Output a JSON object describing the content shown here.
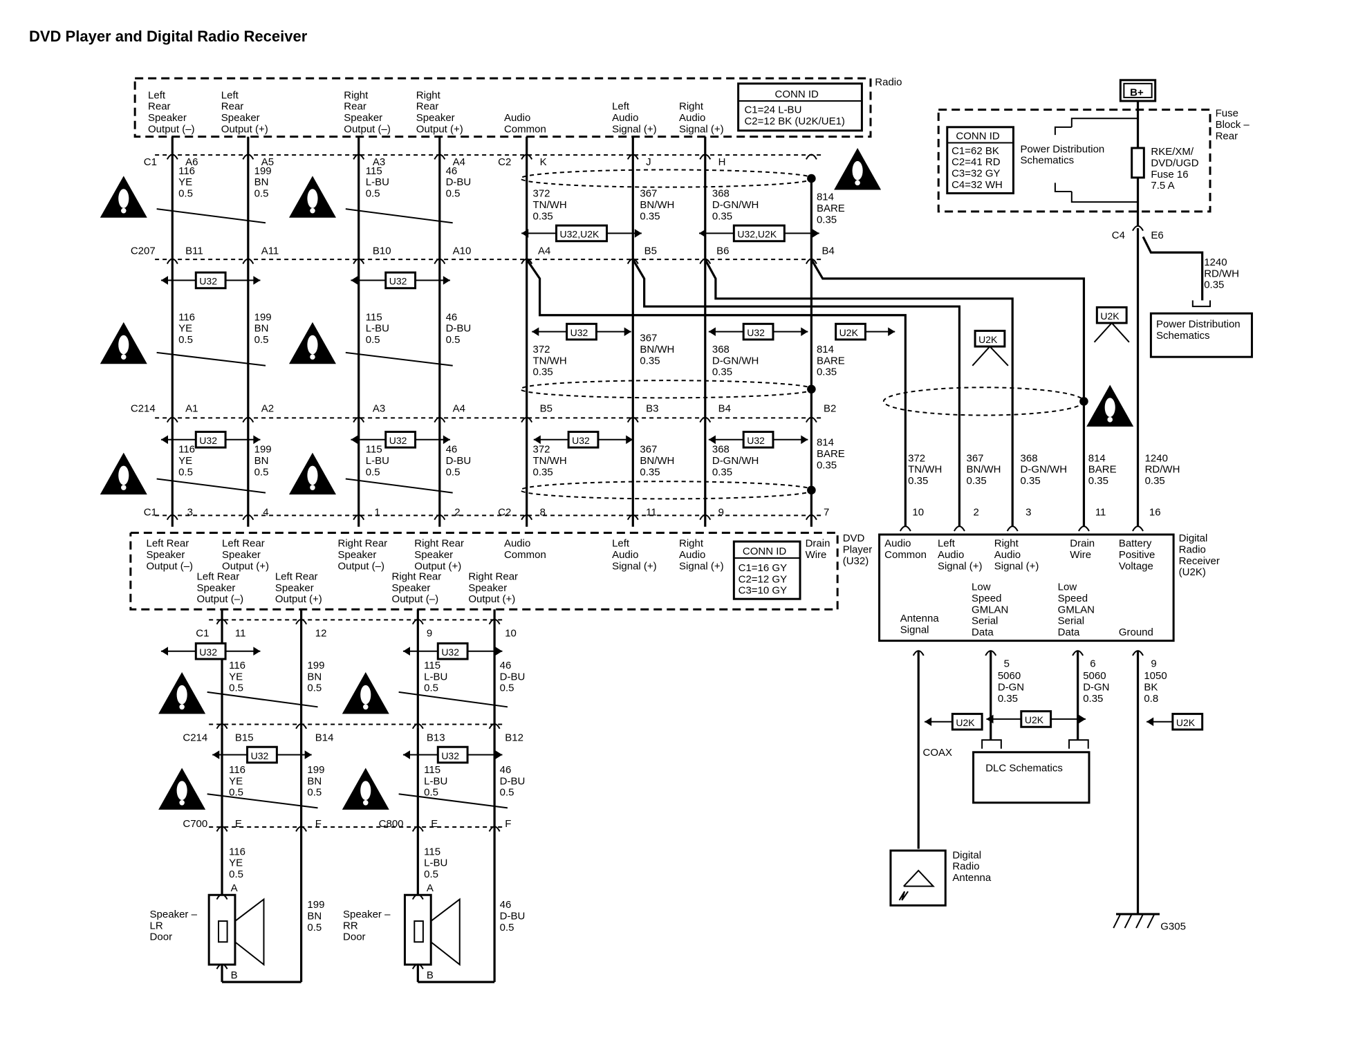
{
  "title": "DVD Player and Digital Radio Receiver",
  "components": {
    "radio": "Radio",
    "fuse_block": [
      "Fuse",
      "Block –",
      "Rear"
    ],
    "dvd_player": [
      "DVD",
      "Player",
      "(U32)"
    ],
    "digital_radio_receiver": [
      "Digital",
      "Radio",
      "Receiver",
      "(U2K)"
    ],
    "power_distribution_1": [
      "Power Distribution",
      "Schematics"
    ],
    "power_distribution_2": [
      "Power Distribution",
      "Schematics"
    ],
    "dlc": "DLC Schematics",
    "antenna": [
      "Digital",
      "Radio",
      "Antenna"
    ],
    "speaker_lr": [
      "Speaker –",
      "LR",
      "Door"
    ],
    "speaker_rr": [
      "Speaker –",
      "RR",
      "Door"
    ],
    "b_plus": "B+",
    "coax": "COAX",
    "ground": "G305"
  },
  "fuse": [
    "RKE/XM/",
    "DVD/UGD",
    "Fuse 16",
    "7.5 A"
  ],
  "conn_radio": {
    "title": "CONN ID",
    "lines": [
      "C1=24 L-BU",
      "C2=12 BK (U2K/UE1)"
    ]
  },
  "conn_fuse": {
    "title": "CONN ID",
    "lines": [
      "C1=62 BK",
      "C2=41 RD",
      "C3=32 GY",
      "C4=32 WH"
    ]
  },
  "conn_dvd": {
    "title": "CONN ID",
    "lines": [
      "C1=16 GY",
      "C2=12 GY",
      "C3=10 GY"
    ]
  },
  "radio_pins": [
    [
      "Left",
      "Rear",
      "Speaker",
      "Output (–)"
    ],
    [
      "Left",
      "Rear",
      "Speaker",
      "Output (+)"
    ],
    [
      "Right",
      "Rear",
      "Speaker",
      "Output (–)"
    ],
    [
      "Right",
      "Rear",
      "Speaker",
      "Output (+)"
    ],
    [
      "Audio",
      "Common"
    ],
    [
      "Left",
      "Audio",
      "Signal (+)"
    ],
    [
      "Right",
      "Audio",
      "Signal (+)"
    ]
  ],
  "dvd_pins_top": [
    [
      "Left Rear",
      "Speaker",
      "Output (–)"
    ],
    [
      "Left Rear",
      "Speaker",
      "Output (+)"
    ],
    [
      "Right Rear",
      "Speaker",
      "Output (–)"
    ],
    [
      "Right Rear",
      "Speaker",
      "Output (+)"
    ],
    [
      "Audio",
      "Common"
    ],
    [
      "Left",
      "Audio",
      "Signal (+)"
    ],
    [
      "Right",
      "Audio",
      "Signal (+)"
    ],
    [
      "Drain",
      "Wire"
    ]
  ],
  "dvd_pins_bottom": [
    [
      "Left Rear",
      "Speaker",
      "Output (–)"
    ],
    [
      "Left Rear",
      "Speaker",
      "Output (+)"
    ],
    [
      "Right Rear",
      "Speaker",
      "Output (–)"
    ],
    [
      "Right Rear",
      "Speaker",
      "Output (+)"
    ]
  ],
  "receiver_pins_top": [
    [
      "Audio",
      "Common"
    ],
    [
      "Left",
      "Audio",
      "Signal (+)"
    ],
    [
      "Right",
      "Audio",
      "Signal (+)"
    ],
    [
      "Drain",
      "Wire"
    ],
    [
      "Battery",
      "Positive",
      "Voltage"
    ]
  ],
  "receiver_pins_bottom": [
    [
      "Antenna",
      "Signal"
    ],
    [
      "Low",
      "Speed",
      "GMLAN",
      "Serial",
      "Data"
    ],
    [
      "Low",
      "Speed",
      "GMLAN",
      "Serial",
      "Data"
    ],
    [
      "Ground"
    ]
  ],
  "connectors": {
    "c1": "C1",
    "c2": "C2",
    "c207": "C207",
    "c214": "C214",
    "c4": "C4",
    "c700": "C700",
    "c800": "C800"
  },
  "pins_radio": [
    "A6",
    "A5",
    "A3",
    "A4",
    "K",
    "J",
    "H"
  ],
  "pins_c207": [
    "B11",
    "A11",
    "B10",
    "A10",
    "A4",
    "B5",
    "B6",
    "B4"
  ],
  "pins_c214": [
    "A1",
    "A2",
    "A3",
    "A4",
    "B5",
    "B3",
    "B4",
    "B2"
  ],
  "pins_dvd": [
    "3",
    "4",
    "1",
    "2",
    "8",
    "11",
    "9",
    "7"
  ],
  "pins_dvd_bottom": [
    "11",
    "12",
    "9",
    "10"
  ],
  "pins_c214_lower": [
    "B15",
    "B14",
    "B13",
    "B12"
  ],
  "pins_c700": [
    "E",
    "F",
    "E",
    "F"
  ],
  "pins_speaker": [
    "A",
    "B",
    "A",
    "B"
  ],
  "pins_receiver_top": [
    "10",
    "2",
    "3",
    "11",
    "16"
  ],
  "pins_receiver_bottom": [
    "5",
    "6",
    "9"
  ],
  "pin_e6": "E6",
  "wires": {
    "w116": [
      "116",
      "YE",
      "0.5"
    ],
    "w199": [
      "199",
      "BN",
      "0.5"
    ],
    "w115": [
      "115",
      "L-BU",
      "0.5"
    ],
    "w46": [
      "46",
      "D-BU",
      "0.5"
    ],
    "w372": [
      "372",
      "TN/WH",
      "0.35"
    ],
    "w367": [
      "367",
      "BN/WH",
      "0.35"
    ],
    "w368": [
      "368",
      "D-GN/WH",
      "0.35"
    ],
    "w814": [
      "814",
      "BARE",
      "0.35"
    ],
    "w1240": [
      "1240",
      "RD/WH",
      "0.35"
    ],
    "w5060": [
      "5060",
      "D-GN",
      "0.35"
    ],
    "w1050": [
      "1050",
      "BK",
      "0.8"
    ]
  },
  "options": {
    "u32": "U32",
    "u2k": "U2K",
    "u32u2k": "U32,U2K"
  }
}
